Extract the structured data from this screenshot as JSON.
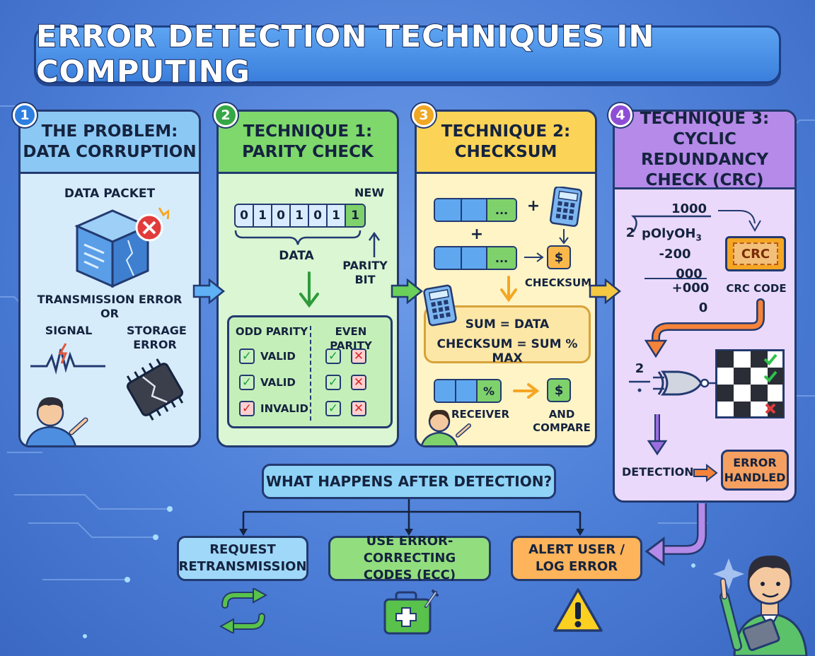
{
  "title": "ERROR DETECTION TECHNIQUES IN COMPUTING",
  "panels": [
    {
      "num": "1",
      "title_1": "THE PROBLEM:",
      "title_2": "DATA CORRUPTION"
    },
    {
      "num": "2",
      "title_1": "TECHNIQUE 1:",
      "title_2": "PARITY CHECK"
    },
    {
      "num": "3",
      "title_1": "TECHNIQUE 2:",
      "title_2": "CHECKSUM"
    },
    {
      "num": "4",
      "title_1": "TECHNIQUE 3:",
      "title_2": "CYCLIC REDUNDANCY",
      "title_3": "CHECK (CRC)"
    }
  ],
  "problem": {
    "packet_label": "DATA PACKET",
    "transmission_error": "TRANSMISSION ERROR",
    "or": "OR",
    "signal": "SIGNAL",
    "storage_1": "STORAGE",
    "storage_2": "ERROR"
  },
  "parity": {
    "new_label": "NEW",
    "bits": [
      "0",
      "1",
      "0",
      "1",
      "0",
      "1"
    ],
    "parity_bit_value": "1",
    "data_label": "DATA",
    "parity_bit_1": "PARITY",
    "parity_bit_2": "BIT",
    "odd_label": "ODD PARITY",
    "even_label": "EVEN PARITY",
    "rows": [
      "VALID",
      "VALID",
      "INVALID"
    ]
  },
  "checksum": {
    "ellipsis": "...",
    "plus": "+",
    "dollar": "$",
    "checksum_label": "CHECKSUM",
    "formula_1": "SUM = DATA",
    "formula_2": "CHECKSUM = SUM % MAX",
    "percent": "%",
    "receiver": "RECEIVER",
    "compare_1": "AND",
    "compare_2": "COMPARE"
  },
  "crc": {
    "quotient": "1000",
    "divisor": "2",
    "dividend": "pOlyOH",
    "dividend_sub": "3",
    "line_1": "-200",
    "line_2": "000",
    "line_3": "+000",
    "line_4": "0",
    "crc_badge": "CRC",
    "crc_code": "CRC CODE",
    "frac_top": "2",
    "detection": "DETECTION",
    "handled_1": "ERROR",
    "handled_2": "HANDLED"
  },
  "after": {
    "question": "WHAT HAPPENS AFTER DETECTION?",
    "opt1_1": "REQUEST",
    "opt1_2": "RETRANSMISSION",
    "opt2_1": "USE ERROR-CORRECTING",
    "opt2_2": "CODES (ECC)",
    "opt3_1": "ALERT USER /",
    "opt3_2": "LOG ERROR"
  },
  "colors": {
    "blue": "#bfe0fb",
    "green": "#b9ecb0",
    "yellow": "#fde9a0",
    "purple": "#e3d2f7",
    "orange": "#fdc47a",
    "red": "#e23b3b"
  }
}
